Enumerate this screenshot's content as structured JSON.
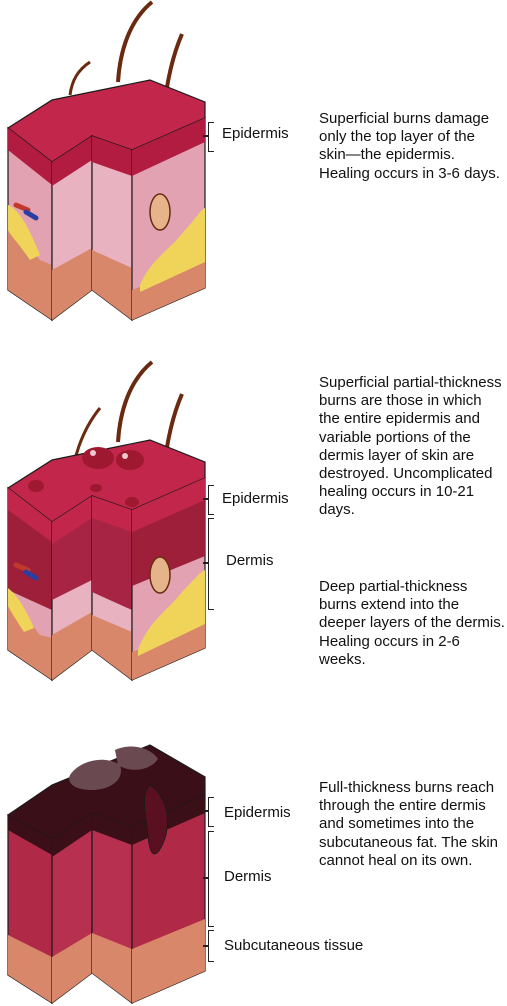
{
  "colors": {
    "epidermis": "#c2264a",
    "epidermis_dark": "#8a1630",
    "dermis": "#e2a2b2",
    "dermis_burn": "#9e1f3a",
    "fat": "#f0d45a",
    "subcut": "#d9876a",
    "charred": "#3a0f18",
    "hair": "#6a2a10",
    "outline": "#1a1a1a"
  },
  "panels": [
    {
      "labels": {
        "epidermis": "Epidermis"
      },
      "description": "Superficial burns damage only the top layer of the skin—the epidermis. Healing occurs in 3-6 days."
    },
    {
      "labels": {
        "epidermis": "Epidermis",
        "dermis": "Dermis"
      },
      "description_1": "Superficial partial-thickness burns are those in which the entire epidermis and variable portions of the dermis layer of skin are destroyed. Uncomplicated healing occurs in 10-21 days.",
      "description_2": "Deep partial-thickness burns extend into the deeper layers of the dermis. Healing occurs in 2-6 weeks."
    },
    {
      "labels": {
        "epidermis": "Epidermis",
        "dermis": "Dermis",
        "subcutaneous": "Subcutaneous tissue"
      },
      "description": "Full-thickness burns reach through the entire dermis and sometimes into the subcutaneous fat. The skin cannot heal on its own."
    }
  ]
}
